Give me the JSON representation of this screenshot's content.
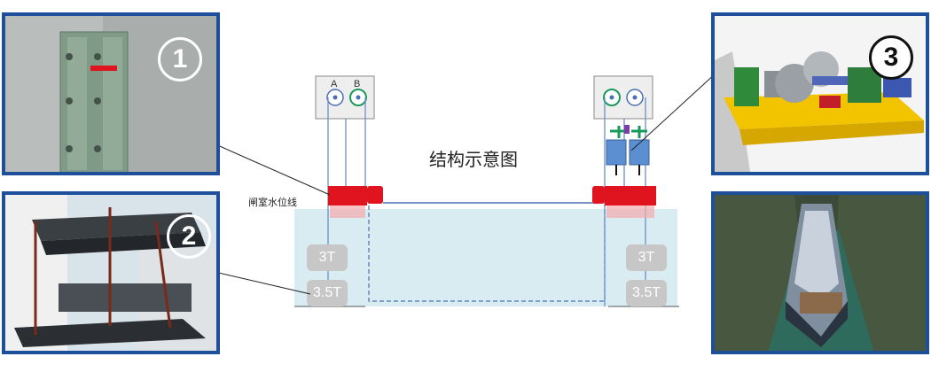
{
  "diagram": {
    "title": "结构示意图",
    "water_line_label": "闸室水位线",
    "pulley_left": {
      "a": "A",
      "b": "B"
    },
    "weights_left": [
      "3T",
      "3.5T"
    ],
    "weights_right": [
      "3T",
      "3.5T"
    ]
  },
  "callouts": [
    {
      "number": "1"
    },
    {
      "number": "2"
    },
    {
      "number": "3"
    }
  ],
  "colors": {
    "panel_border": "#1d4f9a",
    "float_red": "#e0141e",
    "water": "#d9ecf2",
    "cable": "#6b8fc8"
  }
}
